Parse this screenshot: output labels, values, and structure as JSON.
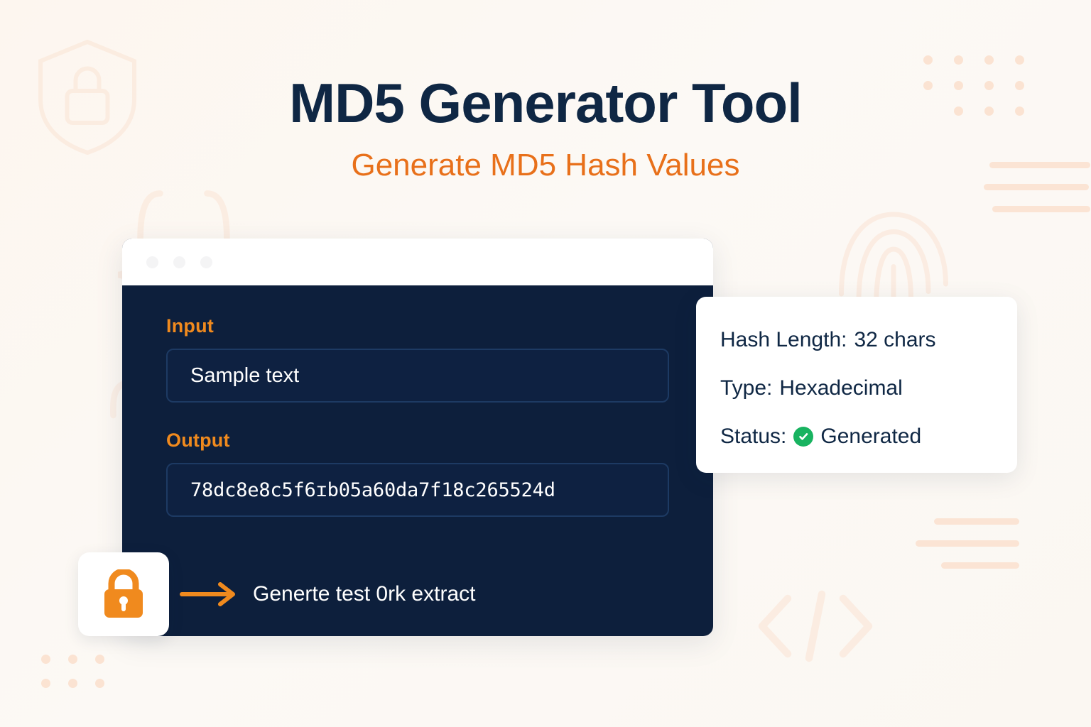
{
  "header": {
    "title": "MD5 Generator Tool",
    "subtitle": "Generate MD5 Hash Values"
  },
  "colors": {
    "background": "#fdf8f3",
    "navy": "#0d1f3c",
    "orange": "#e8701a",
    "label_orange": "#f08a1e",
    "green": "#18b360",
    "watermark": "#fbe4d4"
  },
  "browser_card": {
    "titlebar_dots": 3,
    "input": {
      "label": "Input",
      "value": "Sample text"
    },
    "output": {
      "label": "Output",
      "value": "78dc8e8c5f6ɪb05a60da7f18c265524d"
    }
  },
  "annotation": {
    "lock_icon": "lock-icon",
    "arrow_icon": "arrow-right-icon",
    "text": "Generte test 0rk extract"
  },
  "info_panel": {
    "rows": [
      {
        "key": "Hash Length:",
        "value": "32 chars",
        "badge": null
      },
      {
        "key": "Type:",
        "value": "Hexadecimal",
        "badge": null
      },
      {
        "key": "Status:",
        "value": "Generated",
        "badge": "check-circle-icon"
      }
    ]
  },
  "decorations": {
    "shield_lock": "shield-lock-icon",
    "curly_brace": "curly-brace-icon",
    "fingerprint": "fingerprint-icon",
    "code_brackets": "code-brackets-icon",
    "dot_grid_top": "dot-grid",
    "dot_grid_bottom": "dot-grid",
    "lines_top": "line-group",
    "lines_bottom": "line-group"
  }
}
